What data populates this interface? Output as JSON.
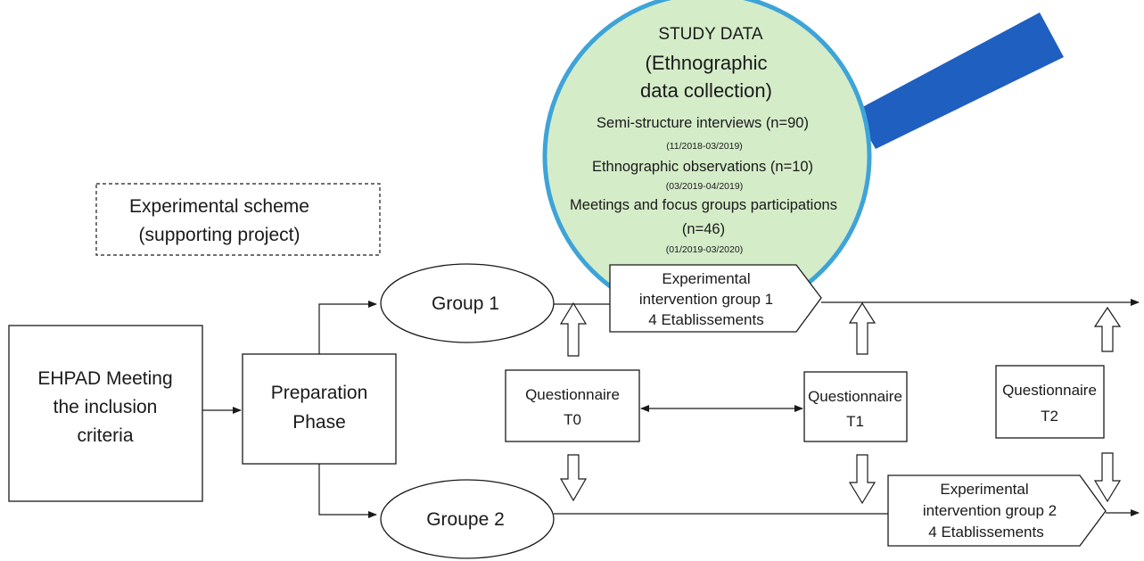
{
  "study_data": {
    "title": "STUDY DATA",
    "subtitle_line1": "(Ethnographic",
    "subtitle_line2": "data collection)",
    "interviews": "Semi-structure interviews (n=90)",
    "interviews_dates": "(11/2018-03/2019)",
    "observations": "Ethnographic observations (n=10)",
    "observations_dates": "(03/2019-04/2019)",
    "meetings": "Meetings and focus groups participations",
    "meetings_n": "(n=46)",
    "meetings_dates": "(01/2019-03/2020)"
  },
  "scheme_box": {
    "line1": "Experimental scheme",
    "line2": "(supporting project)"
  },
  "ehpad_box": {
    "line1": "EHPAD Meeting",
    "line2": "the inclusion",
    "line3": "criteria"
  },
  "preparation_box": {
    "line1": "Preparation",
    "line2": "Phase"
  },
  "group1": {
    "label": "Group 1"
  },
  "group2": {
    "label": "Groupe 2"
  },
  "intervention1": {
    "line1": "Experimental",
    "line2": "intervention group 1",
    "line3": "4 Etablissements"
  },
  "intervention2": {
    "line1": "Experimental",
    "line2": "intervention group 2",
    "line3": "4 Etablissements"
  },
  "questionnaire_t0": {
    "line1": "Questionnaire",
    "line2": "T0"
  },
  "questionnaire_t1": {
    "line1": "Questionnaire",
    "line2": "T1"
  },
  "questionnaire_t2": {
    "line1": "Questionnaire",
    "line2": "T2"
  },
  "colors": {
    "circle_fill": "#d5ecc9",
    "circle_stroke": "#3ea4d8",
    "handle": "#1f5fc0",
    "lines": "#1a1a1a"
  }
}
